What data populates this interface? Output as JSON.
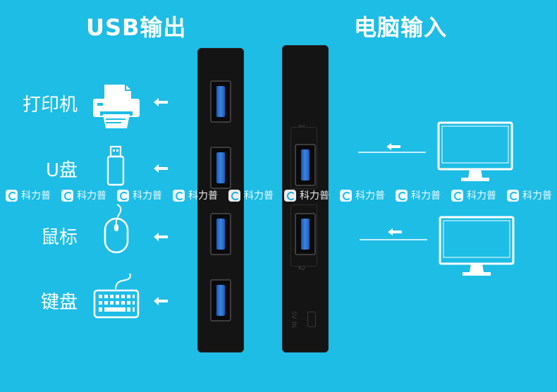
{
  "headings": {
    "usb_out": "USB输出",
    "pc_in": "电脑输入"
  },
  "devices": [
    {
      "label": "打印机",
      "icon": "printer-icon"
    },
    {
      "label": "U盘",
      "icon": "usb-drive-icon"
    },
    {
      "label": "鼠标",
      "icon": "mouse-icon"
    },
    {
      "label": "键盘",
      "icon": "keyboard-icon"
    }
  ],
  "hub_right_marks": {
    "port1": "1",
    "port2": "2",
    "power": "5V IN"
  },
  "watermark": {
    "text": "科力普"
  },
  "colors": {
    "background": "#1dbde6",
    "hub": "#141414",
    "usb_blue": "#2f78d6",
    "foreground": "#ffffff"
  }
}
